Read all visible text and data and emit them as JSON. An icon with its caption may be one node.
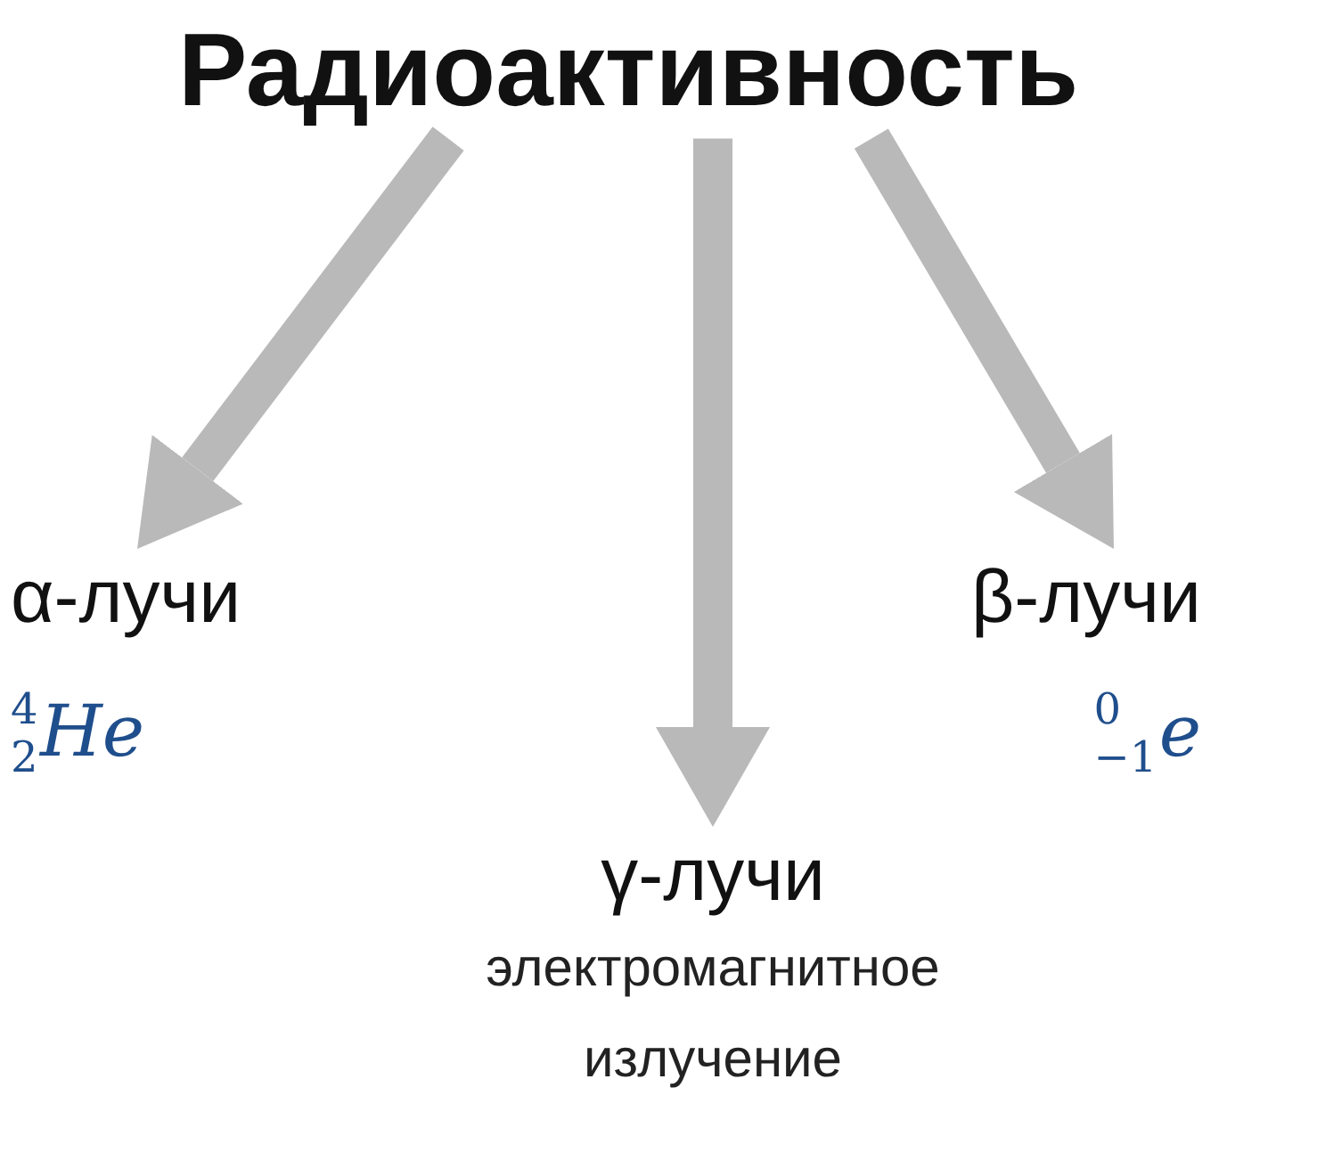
{
  "diagram": {
    "nodes": [
      {
        "text": [
          "Радиоактивность"
        ]
      },
      {
        "text": [
          "α-лучи",
          "$^{4}$$_{2}$*He*"
        ]
      },
      {
        "text": [
          "γ-лучи",
          "электромагнитное излучение"
        ]
      },
      {
        "text": [
          "β-лучи",
          "$^{0}$$_{−1}$*e*"
        ]
      }
    ],
    "edges": [
      {
        "from": 0,
        "to": 1,
        "arrow": "to"
      },
      {
        "from": 0,
        "to": 2,
        "arrow": "to"
      },
      {
        "from": 0,
        "to": 3,
        "arrow": "to"
      }
    ]
  }
}
